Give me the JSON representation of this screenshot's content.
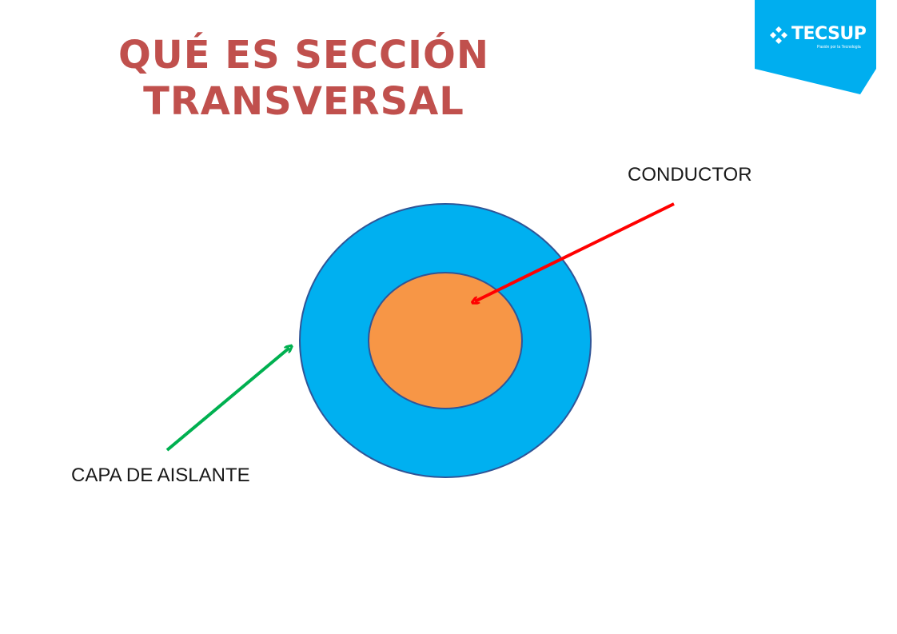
{
  "slide": {
    "title_line1": "QUÉ ES SECCIÓN",
    "title_line2": "TRANSVERSAL"
  },
  "logo": {
    "name": "TECSUP",
    "tagline": "Pasión por la Tecnología",
    "color": "#00AEEF"
  },
  "diagram": {
    "labels": {
      "conductor": "CONDUCTOR",
      "insulation": "CAPA DE AISLANTE"
    },
    "colors": {
      "insulation_fill": "#00B0F0",
      "conductor_fill": "#F79646",
      "outline": "#2F5597",
      "conductor_arrow": "#FF0000",
      "insulation_arrow": "#00B050"
    }
  }
}
